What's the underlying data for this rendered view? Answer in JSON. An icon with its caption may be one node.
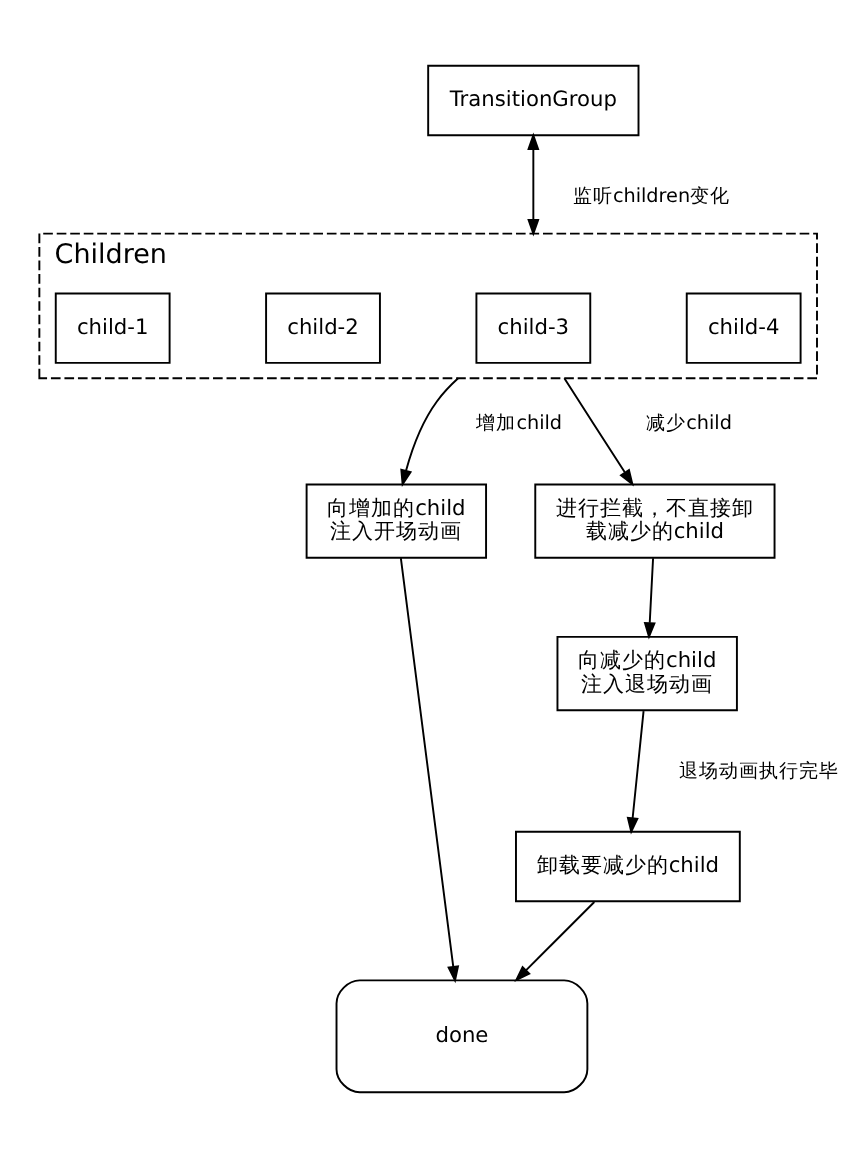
{
  "diagram": {
    "nodes": [
      {
        "text": [
          "TransitionGroup"
        ]
      },
      {
        "text": [
          "Children"
        ]
      },
      {
        "text": [
          "child-1"
        ],
        "in": 1
      },
      {
        "text": [
          "child-2"
        ],
        "in": 1
      },
      {
        "text": [
          "child-3"
        ],
        "in": 1
      },
      {
        "text": [
          "child-4"
        ],
        "in": 1
      },
      {
        "text": [
          "向增加的child注入开场动画"
        ]
      },
      {
        "text": [
          "进行拦截，不直接卸载减少的child"
        ]
      },
      {
        "text": [
          "向减少的child注入退场动画"
        ]
      },
      {
        "text": [
          "卸载要减少的child"
        ]
      },
      {
        "text": [
          "done"
        ]
      }
    ],
    "edges": [
      {
        "from": 0,
        "to": 1,
        "arrow": "both",
        "label": "监听children变化"
      },
      {
        "from": 1,
        "to": 6,
        "arrow": "to",
        "label": "增加child"
      },
      {
        "from": 1,
        "to": 7,
        "arrow": "to",
        "label": "减少child"
      },
      {
        "from": 7,
        "to": 8,
        "arrow": "to"
      },
      {
        "from": 8,
        "to": 9,
        "arrow": "to",
        "label": "退场动画执行完毕"
      },
      {
        "from": 6,
        "to": 10,
        "arrow": "to"
      },
      {
        "from": 9,
        "to": 10,
        "arrow": "to"
      }
    ]
  }
}
